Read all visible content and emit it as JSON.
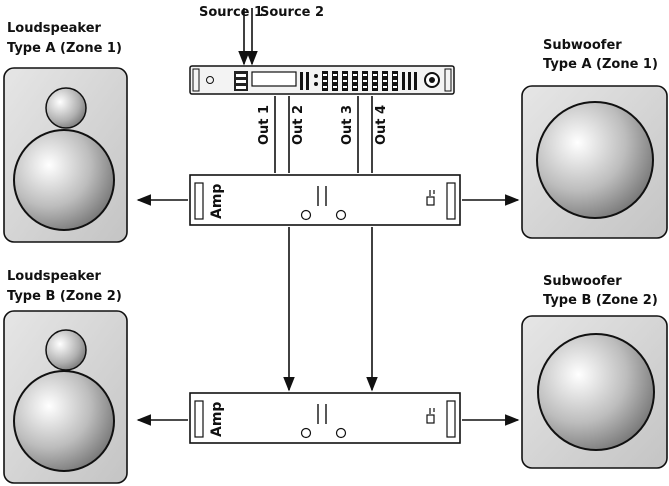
{
  "sources": {
    "source_1": "Source 1",
    "source_2": "Source 2"
  },
  "outputs": {
    "out_1": "Out 1",
    "out_2": "Out 2",
    "out_3": "Out 3",
    "out_4": "Out 4"
  },
  "amplifiers": {
    "amp_top": "Amp",
    "amp_bottom": "Amp"
  },
  "speakers": {
    "loudspeaker_a": {
      "line1": "Loudspeaker",
      "line2": "Type A (Zone 1)"
    },
    "loudspeaker_b": {
      "line1": "Loudspeaker",
      "line2": "Type B (Zone 2)"
    },
    "subwoofer_a": {
      "line1": "Subwoofer",
      "line2": "Type A (Zone 1)"
    },
    "subwoofer_b": {
      "line1": "Subwoofer",
      "line2": "Type B (Zone 2)"
    }
  }
}
